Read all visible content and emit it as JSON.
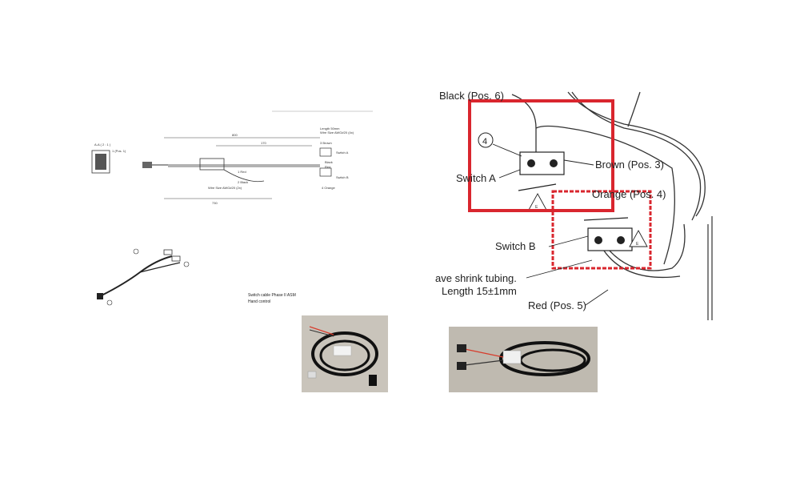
{
  "drawing": {
    "section_label": "A-A ( 2 : 1 )",
    "pos1": "1 (Pos. 1)",
    "dim_total": "800",
    "dim_mid": "170",
    "dim_bottom": "730",
    "length_note": "Length 50mm",
    "wire_note": "Wire Size AWG#20 (4x)",
    "wire_note2": "Wire Size AWG#20 (2x)",
    "wire_brown": "3 Brown",
    "wire_black": "Black",
    "wire_red": "Red",
    "wire_orange": "4 Orange",
    "wire_red_left": "1 Red",
    "wire_black_left": "2 Black",
    "switch_a": "Switch A",
    "switch_b": "Switch B",
    "caption_line1": "Switch cable Phase II ASM",
    "caption_line2": "Hand control"
  },
  "zoom": {
    "black": "Black (Pos. 6)",
    "brown": "Brown (Pos. 3)",
    "switch_a": "Switch A",
    "switch_b": "Switch B",
    "orange": "Orange (Pos. 4)",
    "shrink": "ave shrink tubing.",
    "length": "Length 15±1mm",
    "red": "Red (Pos. 5)",
    "pos_marker": "4",
    "triangle_mark": "E"
  },
  "colors": {
    "highlight_solid": "#d9262e",
    "highlight_dashed": "#d9262e",
    "photo_bg": "#bfbab0"
  }
}
